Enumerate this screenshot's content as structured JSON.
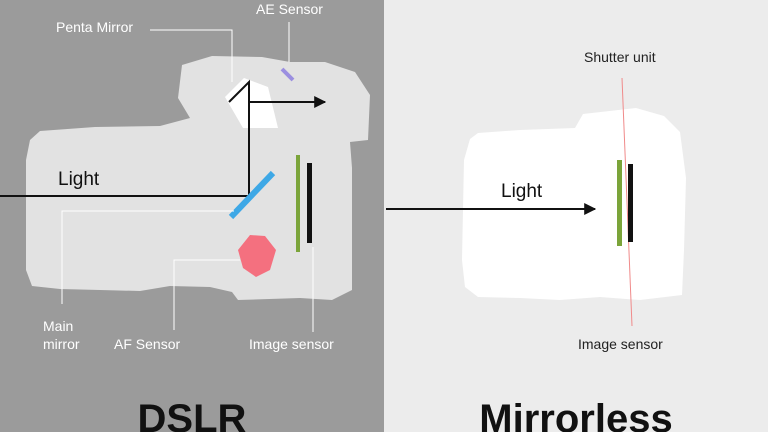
{
  "colors": {
    "dslr_bg": "#9b9b9b",
    "mirrorless_bg": "#ececec",
    "camera_body_dslr": "#e2e2e2",
    "camera_body_mirrorless": "#ffffff",
    "mirror_color": "#3ea8e6",
    "ae_sensor_color": "#9b8fe0",
    "af_sensor_color": "#f4707f",
    "image_sensor_green": "#7ba43a",
    "shutter_line": "#f08a8a"
  },
  "dslr": {
    "title": "DSLR",
    "light_label": "Light",
    "labels": {
      "penta_mirror": "Penta Mirror",
      "ae_sensor": "AE Sensor",
      "main_mirror_line1": "Main",
      "main_mirror_line2": "mirror",
      "af_sensor": "AF Sensor",
      "image_sensor": "Image sensor"
    }
  },
  "mirrorless": {
    "title": "Mirrorless",
    "light_label": "Light",
    "labels": {
      "shutter_unit": "Shutter unit",
      "image_sensor": "Image sensor"
    }
  }
}
